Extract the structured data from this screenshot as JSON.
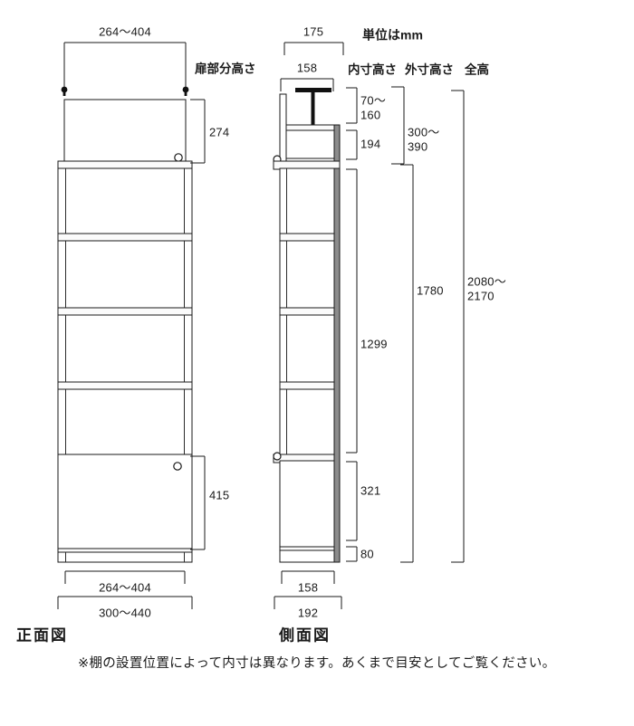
{
  "unit_note": "単位はmm",
  "headers": {
    "door_height": "扉部分高さ",
    "inner_height": "内寸高さ",
    "outer_height": "外寸高さ",
    "total_height": "全高"
  },
  "front_view": {
    "caption": "正面図",
    "dimensions": {
      "top_width": "264〜404",
      "top_door_height": "274",
      "bottom_door_height": "415",
      "bottom_inner_width": "264〜404",
      "bottom_outer_width": "300〜440"
    }
  },
  "side_view": {
    "caption": "側面図",
    "dimensions": {
      "outer_depth_top": "175",
      "inner_depth_top": "158",
      "adjuster_height": "70〜\n160",
      "adjuster_height_line1": "70〜",
      "adjuster_height_line2": "160",
      "upper_box_inner": "194",
      "upper_total": "300〜\n390",
      "upper_total_line1": "300〜",
      "upper_total_line2": "390",
      "middle_inner": "1299",
      "lower_inner": "321",
      "base_height": "80",
      "outer_height_value": "1780",
      "total_height_value": "2080〜\n2170",
      "total_height_line1": "2080〜",
      "total_height_line2": "2170",
      "bottom_inner_depth": "158",
      "bottom_outer_depth": "192"
    }
  },
  "footnote": "※棚の設置位置によって内寸は異なります。あくまで目安としてご覧ください。",
  "colors": {
    "line": "#1a1a1a",
    "back_panel": "#8c8c8c",
    "background": "#ffffff"
  }
}
